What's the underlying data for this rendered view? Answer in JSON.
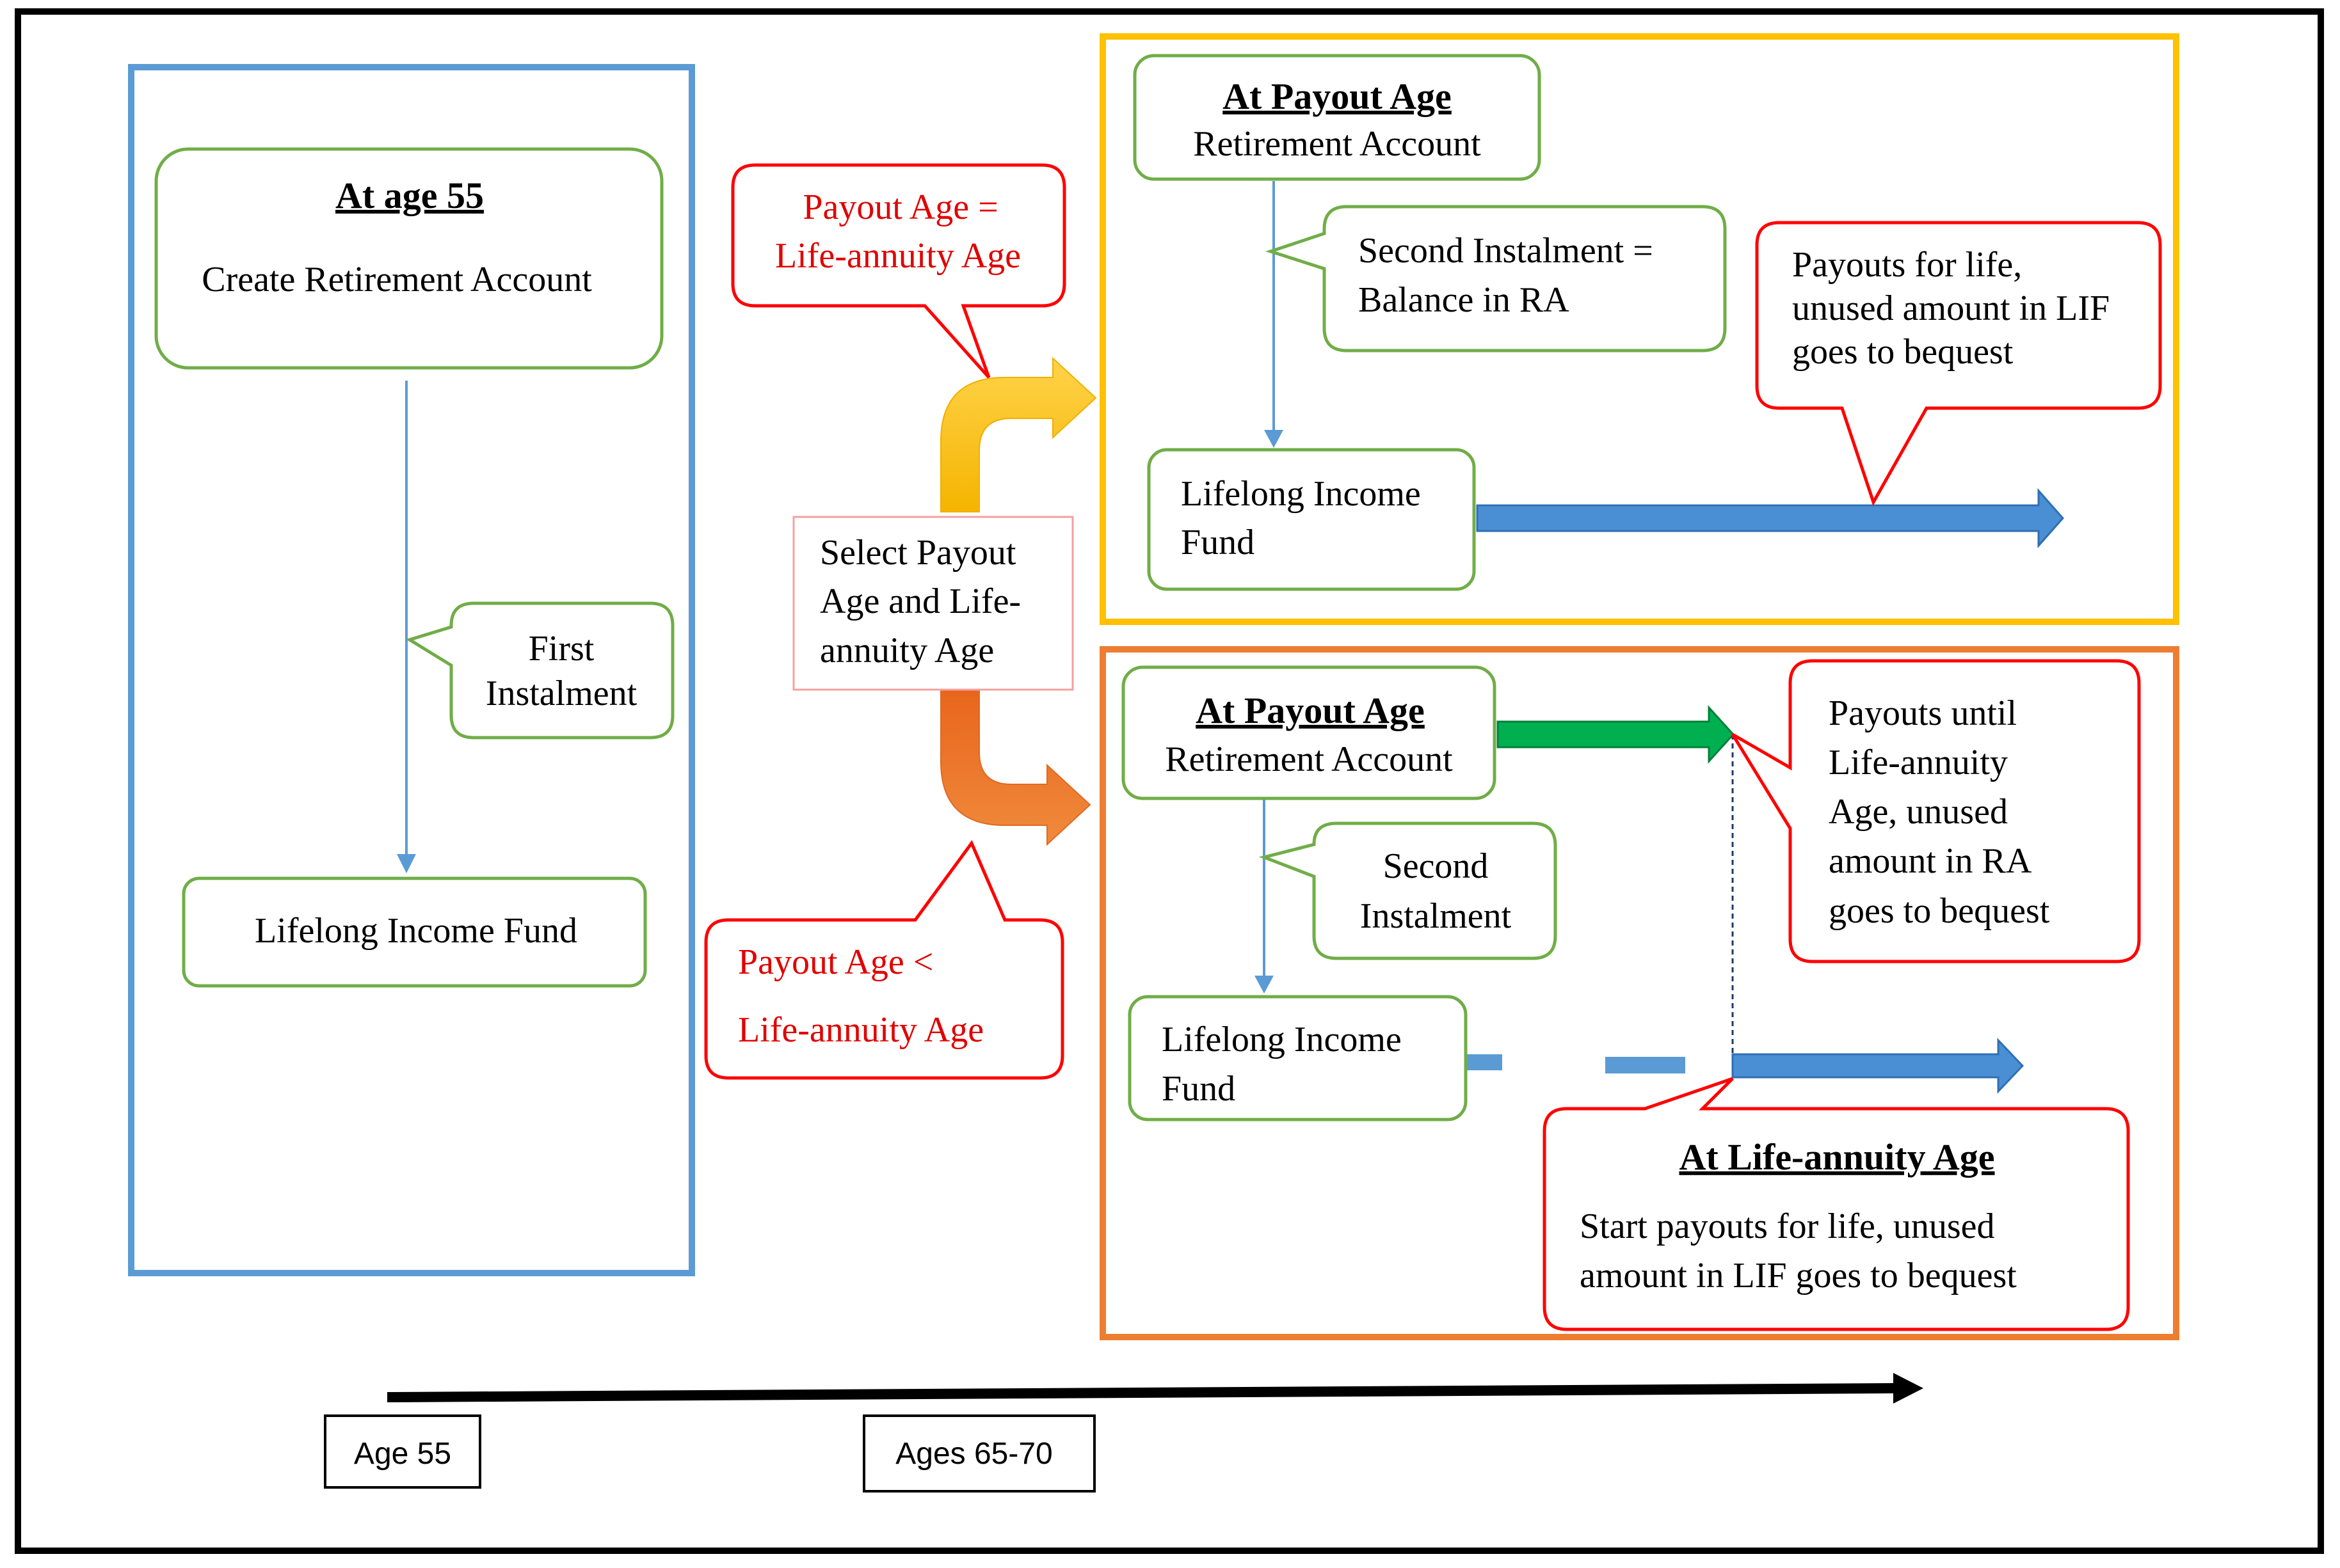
{
  "left_panel": {
    "start_box": {
      "heading": "At age 55",
      "text": "Create Retirement Account"
    },
    "first_instalment": {
      "line1": "First",
      "line2": "Instalment"
    },
    "lif_box": {
      "text": "Lifelong Income Fund"
    }
  },
  "middle": {
    "select_box": {
      "line1": "Select Payout",
      "line2": "Age and Life-",
      "line3": "annuity Age"
    },
    "callout_equal": {
      "line1": "Payout Age =",
      "line2": "Life-annuity Age"
    },
    "callout_less": {
      "line1": "Payout Age <",
      "line2": "Life-annuity Age"
    }
  },
  "top_panel": {
    "ra_box": {
      "heading": "At Payout Age",
      "text": "Retirement Account"
    },
    "second_instalment": {
      "line1": "Second Instalment =",
      "line2": "Balance in RA"
    },
    "lif_box": {
      "line1": "Lifelong Income",
      "line2": "Fund"
    },
    "callout": {
      "line1": "Payouts for life,",
      "line2": "unused amount in LIF",
      "line3": "goes to bequest"
    }
  },
  "bottom_panel": {
    "ra_box": {
      "heading": "At Payout Age",
      "text": "Retirement Account"
    },
    "second_instalment": {
      "line1": "Second",
      "line2": "Instalment"
    },
    "lif_box": {
      "line1": "Lifelong Income",
      "line2": "Fund"
    },
    "ra_callout": {
      "line1": "Payouts until",
      "line2": "Life-annuity",
      "line3": "Age, unused",
      "line4": "amount in RA",
      "line5": "goes to bequest"
    },
    "la_callout": {
      "heading": "At Life-annuity Age",
      "line1": "Start payouts for life, unused",
      "line2": "amount in LIF goes to bequest"
    }
  },
  "timeline": {
    "label_start": "Age 55",
    "label_mid": "Ages 65-70"
  },
  "colors": {
    "green_box": "#70ad47",
    "red_callout": "#ff0000",
    "blue_panel": "#5b9bd5",
    "yellow_panel": "#ffc000",
    "orange_panel": "#ed7d31",
    "blue_arrow": "#4a8fd4",
    "green_arrow": "#00b050",
    "red_text": "#e00000"
  }
}
